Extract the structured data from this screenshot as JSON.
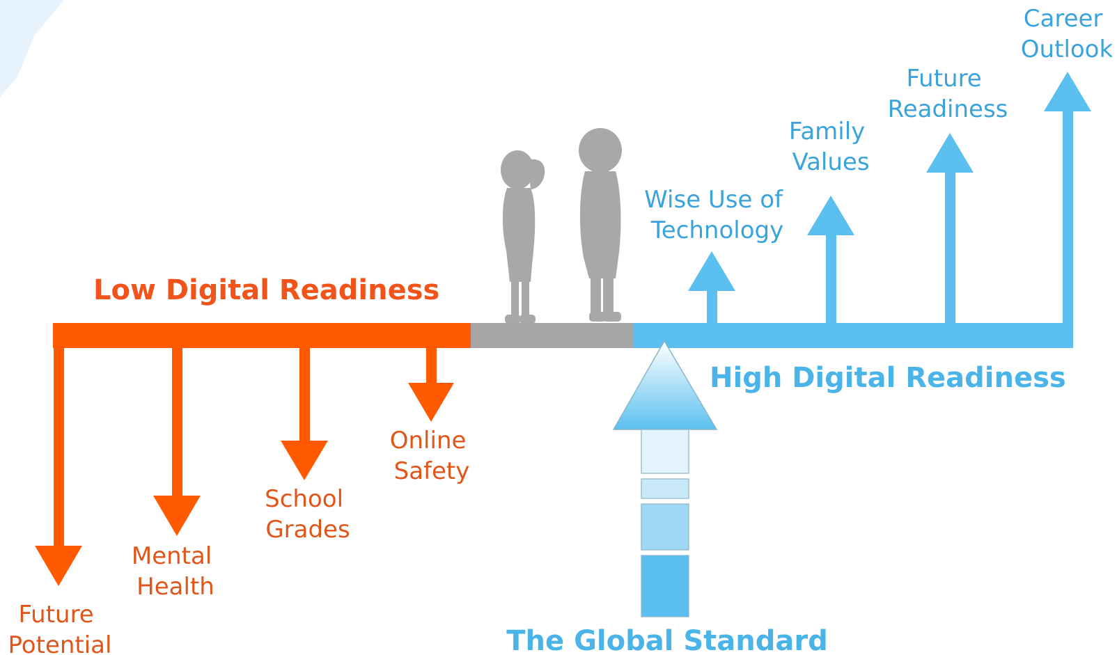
{
  "low": {
    "heading": "Low Digital Readiness",
    "items": [
      {
        "line1": "Future",
        "line2": "Potential"
      },
      {
        "line1": "Mental",
        "line2": "Health"
      },
      {
        "line1": "School",
        "line2": "Grades"
      },
      {
        "line1": "Online",
        "line2": "Safety"
      }
    ]
  },
  "high": {
    "heading": "High Digital Readiness",
    "items": [
      {
        "line1": "Wise Use of",
        "line2": "Technology"
      },
      {
        "line1": "Family",
        "line2": "Values"
      },
      {
        "line1": "Future",
        "line2": "Readiness"
      },
      {
        "line1": "Career",
        "line2": "Outlook"
      }
    ]
  },
  "standard": {
    "label": "The Global Standard"
  },
  "colors": {
    "orange": "#ff5a00",
    "blue": "#5bc0ef",
    "gray": "#a6a6a6",
    "silhouette": "#a8a8a8"
  }
}
